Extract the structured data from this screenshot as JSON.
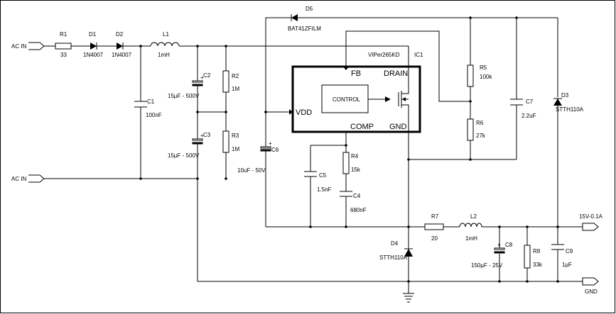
{
  "ports": {
    "ac_in_top": "AC IN",
    "ac_in_bottom": "AC IN",
    "output": "15V-0.1A",
    "gnd": "GND"
  },
  "ic": {
    "ref": "IC1",
    "part": "VIPer265KD",
    "pin_fb": "FB",
    "pin_drain": "DRAIN",
    "pin_vdd": "VDD",
    "pin_comp": "COMP",
    "pin_gnd": "GND",
    "control_block": "CONTROL"
  },
  "components": {
    "r1": {
      "ref": "R1",
      "value": "33"
    },
    "d1": {
      "ref": "D1",
      "value": "1N4007"
    },
    "d2": {
      "ref": "D2",
      "value": "1N4007"
    },
    "l1": {
      "ref": "L1",
      "value": "1mH"
    },
    "c1": {
      "ref": "C1",
      "value": "100nF"
    },
    "c2": {
      "ref": "C2",
      "value": "15µF - 500V"
    },
    "c3": {
      "ref": "C3",
      "value": "15µF - 500V"
    },
    "r2": {
      "ref": "R2",
      "value": "1M"
    },
    "r3": {
      "ref": "R3",
      "value": "1M"
    },
    "c6": {
      "ref": "C6",
      "value": "10uF - 50V"
    },
    "d5": {
      "ref": "D5",
      "value": "BAT41ZFILM"
    },
    "r5": {
      "ref": "R5",
      "value": "100k"
    },
    "r6": {
      "ref": "R6",
      "value": "27k"
    },
    "c7": {
      "ref": "C7",
      "value": "2.2uF"
    },
    "d3": {
      "ref": "D3",
      "value": "STTH110A"
    },
    "r4": {
      "ref": "R4",
      "value": "15k"
    },
    "c5": {
      "ref": "C5",
      "value": "1.5nF"
    },
    "c4": {
      "ref": "C4",
      "value": "680nF"
    },
    "d4": {
      "ref": "D4",
      "value": "STTH110A"
    },
    "r7": {
      "ref": "R7",
      "value": "20"
    },
    "l2": {
      "ref": "L2",
      "value": "1mH"
    },
    "c8": {
      "ref": "C8",
      "value": "150µF - 25V"
    },
    "r8": {
      "ref": "R8",
      "value": "33k"
    },
    "c9": {
      "ref": "C9",
      "value": "1µF"
    }
  }
}
